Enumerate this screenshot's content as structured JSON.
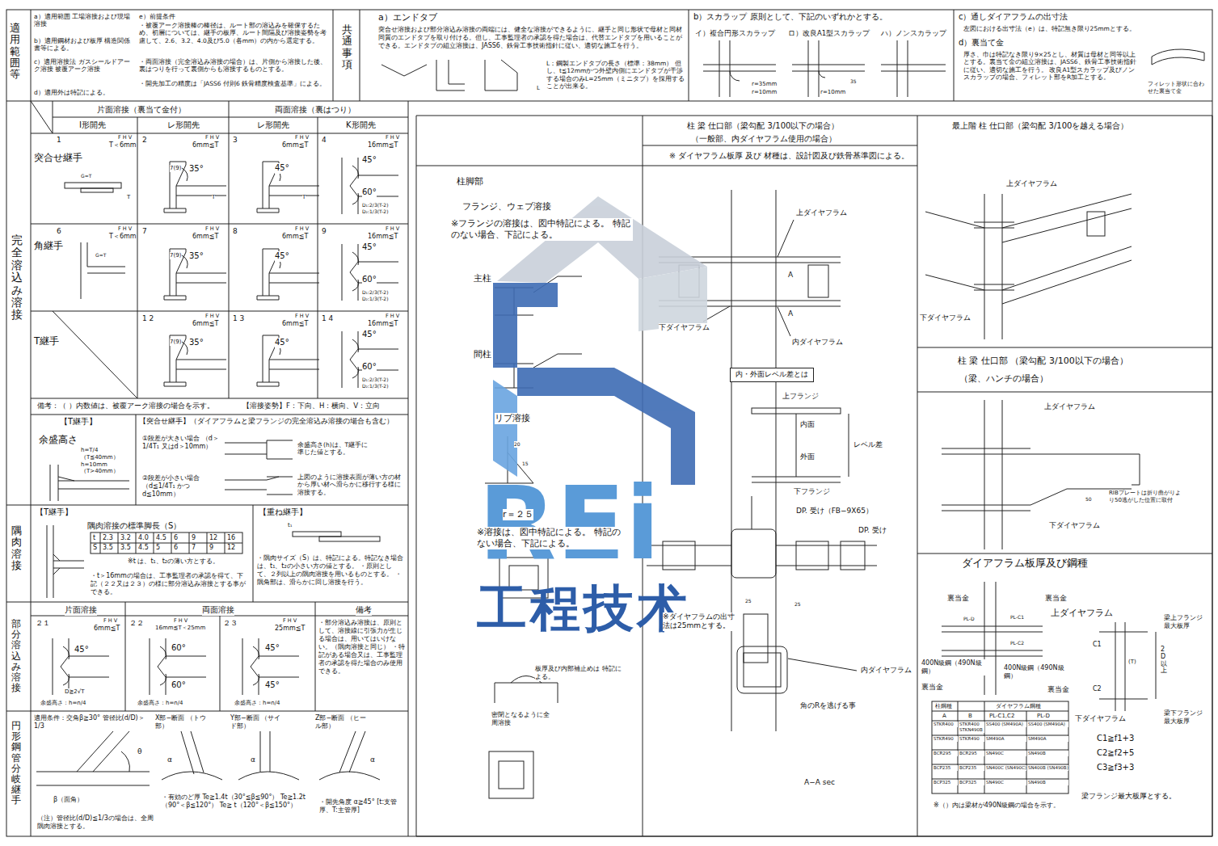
{
  "diagram": {
    "nodes": [
      {
        "text": [
          "内・外面レベル差とは"
        ]
      }
    ],
    "labels": [
      "適用範囲等",
      "a）適用範囲 工場溶接および現場溶接",
      "b）適用鋼材および板厚 構造関係書等による。",
      "c）適用溶接法 ガスシールドアーク溶接 被覆アーク溶接",
      "d）適用外は特記による。",
      "e）前提条件",
      "・被覆アーク溶接棒の棒径は、ルート部の溶込みを確保するため、初層については、継手の板厚、ルート間隔及び溶接姿勢を考慮して、2.6、3.2、4.0及び5.0（各mm）の内から選定する。",
      "・両面溶接（完全溶込み溶接の場合）は、片側から溶接した後、裏はつりを行って裏側からも溶接するものとする。",
      "・開先加工の精度は「JASS6 付則6 鉄骨精度検査基準」による。",
      "共通事項",
      "a）エンドタブ",
      "突合せ溶接および部分溶込み溶接の両端には、健全な溶接ができるように、継手と同じ形状で母材と同材同質のエンドタブを取り付ける。但し、工事監理者の承認を得た場合は、代替エンドタブを用いることができる。エンドタブの組立溶接は、JASS6、鉄骨工事技術指針に従い、適切な施工を行う。",
      "L：鋼製エンドタブの長さ（標準：38mm） 但し、t≦12mmかつ外壁内側にエンドタブが干渉する場合のみL=25mm（ミニタブ）を採用することが出来る。",
      "L",
      "b）スカラップ 原則として、下記のいずれかとする。",
      "イ）複合円形スカラップ",
      "ロ）改良A1型スカラップ",
      "ハ）ノンスカラップ",
      "r=35mm",
      "r=10mm",
      "r=10mm",
      "35",
      "c）通しダイアフラムの出寸法",
      "左図における出寸法（e）は、特記無き限り25mmとする。",
      "d）裏当て金",
      "厚さ、巾は特記なき限り9×25とし、材質は母材と同等以上とする。裏当て金の組立溶接は、JASS6、鉄骨工事技術指針に従い、適切な施工を行う。 改良A1型スカラップ及びノンスカラップの場合、フィレット部をR加工とする。",
      "フィレット形状に合わせた裏当て金",
      "片面溶接（裏当て金付）",
      "両面溶接（裏はつり）",
      "I形開先",
      "レ形開先",
      "レ形開先",
      "K形開先",
      "完全溶込み溶接",
      "突合せ継手",
      "1",
      "F H V",
      "T＜6mm",
      "2",
      "F H V",
      "6mm≦T",
      "3",
      "F H V",
      "6mm≦T",
      "4",
      "F H V",
      "16mm≦T",
      "G=T",
      "T",
      "7(9)",
      "35°",
      "T",
      "45°",
      "T",
      "45°",
      "60°",
      "D₁:2/3(T-2) D₂:1/3(T-2)",
      "角継手",
      "6",
      "F H V",
      "T＜6mm",
      "7",
      "F H V",
      "6mm≦T",
      "8",
      "F H V",
      "6mm≦T",
      "9",
      "F H V",
      "16mm≦T",
      "G=T",
      "7(9)",
      "35°",
      "45°",
      "45°",
      "60°",
      "D₁:2/3(T-2) D₂:1/3(T-2)",
      "T継手",
      "1 2",
      "F H V",
      "6mm≦T",
      "1 3",
      "F H V",
      "6mm≦T",
      "1 4",
      "F H V",
      "16mm≦T",
      "7(9)",
      "35°",
      "45°",
      "45°",
      "60°",
      "D₁:2/3(T-2) D₂:1/3(T-2)",
      "備考：（ ）内数値は、被覆アーク溶接の場合を示す。",
      "【溶接姿勢】F：下向、H：横向、V：立向",
      "【T継手】",
      "【突合せ継手】（ダイアフラムと梁フランジの完全溶込み溶接の場合も含む）",
      "余盛高さ",
      "h=T/4（T≦40mm） h=10mm（T>40mm）",
      "①段差が大きい場合 （d＞1/4T₁ 又はd＞10mm）",
      "余盛高さ(h)は、T継手に準じた値とする。",
      "②段差が小さい場合 （d≦1/4T₁ かつd≦10mm）",
      "上図のように溶接表面が薄い方の材から厚い材へ滑らかに移行する様に溶接する。",
      "隅肉溶接",
      "【T継手】",
      "隅肉溶接の標準脚長（S）",
      "t",
      "2.3",
      "3.2",
      "4.0",
      "4.5",
      "6",
      "9",
      "12",
      "16",
      "S",
      "3.5",
      "3.5",
      "4.5",
      "5",
      "6",
      "7",
      "9",
      "12",
      "※t は、t₁、t₂の薄い方とする。",
      "・t＞16mmの場合は、工事監理者の承認を得て、下記（２２又は２３）の様に部分溶込み溶接とする事ができる。",
      "【重ね継手】",
      "t₁",
      "・隅肉サイズ（S）は、特記による。特記なき場合は、t₁、t₂の小さい方の値とする。 ・原則として、２列以上の隅肉溶接を用いるものとする。 ・隅角部は、滑らかに回し溶接を行う。",
      "部分溶込み溶接",
      "片面溶接",
      "両面溶接",
      "備考",
      "２１",
      "F H V",
      "6mm≦T",
      "２２",
      "F H V",
      "16mm≦T＜25mm",
      "２３",
      "F H V",
      "25mm≦T",
      "45°",
      "D≧2√T",
      "余盛高さ：h=n/4",
      "60°",
      "60°",
      "余盛高さ：h=n/4",
      "45°",
      "45°",
      "余盛高さ：h=n/4",
      "・部分溶込み溶接は、原則として、溶接線に引張力が生じる場合は、用いてはいけない。（隅肉溶接と同じ） ・特記がある場合又は、工事監理者の承認を得た場合のみ使用できる。",
      "円形鋼管分岐継手",
      "適用条件：交角β≧30° 管径比(d/D)＞1/3",
      "X部−断面 （トウ部）",
      "Y部−断面 （サイド部）",
      "Z部−断面 （ヒール部）",
      "β（面角）",
      "θ",
      "α",
      "α",
      "α",
      "・有効のど厚 Te≧1.4t（30°≦β≦90°） Te≧1.2t（90°＜β≦120°） Te≧ t（120°＜β≦150°）",
      "・開先角度 α≧45° [t:支管厚、T:主管厚]",
      "（注）管径比(d/D)≦1/3の場合は、全周隅肉溶接とする。",
      "柱 梁 仕口部（梁勾配 3/100以下の場合）",
      "（一般部、内ダイヤフラム使用の場合）",
      "最上階 柱 仕口部（梁勾配 3/100を越える場合）",
      "※ ダイヤフラム板厚 及び 材種は、設計図及び鉄骨基準図による。",
      "柱脚部",
      "フランジ、ウェブ溶接",
      "※フランジの溶接は、図中特記による。 特記のない場合、下記による。",
      "主柱",
      "間柱",
      "リブ溶接",
      "20",
      "15",
      "r＝２５",
      "※溶接は、図中特記による。 特記のない場合、下記による。",
      "板厚及び内部補止めは 特記による。",
      "密閉となるように全周溶接",
      "上ダイヤフラム",
      "A",
      "A",
      "下ダイヤフラム",
      "内ダイヤフラム",
      "上フランジ",
      "内面",
      "外面",
      "レベル差",
      "下フランジ",
      "DP. 受け（FB−9X65）",
      "DP. 受け",
      "※ダイヤフラムの出寸法は25mmとする。",
      "25",
      "25",
      "内ダイヤフラム",
      "角のRを逃げる事",
      "A−A sec",
      "上ダイヤフラム",
      "下ダイヤフラム",
      "柱 梁 仕口部 （梁勾配 3/100以下の場合）",
      "（梁、ハンチの場合）",
      "上ダイヤフラム",
      "RIBプレートは折り曲がりより50逃がした位置に取付",
      "50",
      "下ダイヤフラム",
      "ダイアフラム板厚及び鋼種",
      "裏当金",
      "裏当金",
      "PL-D",
      "PL-C1",
      "PL-C2",
      "400N級鋼（490N級鋼）",
      "裏当金",
      "400N級鋼（490N級鋼）",
      "裏当金",
      "上ダイヤフラム",
      "梁上フランジ最大板厚",
      "C1",
      "(T)",
      "C2",
      "2D以上",
      "下ダイヤフラム",
      "梁下フランジ最大板厚",
      "C1≧f1+3",
      "C2≧f2+5",
      "C3≧f3+3",
      "梁フランジ最大板厚とする。",
      "※（）内は梁材が490N級鋼の場合を示す。",
      "柱鋼種",
      "ダイヤフラム鋼種",
      "A",
      "B",
      "PL-C1,C2",
      "PL-D",
      "STKR400",
      "STKR400 STKN490B",
      "SS400 (SM490A)",
      "SS400 (SM490A)",
      "STKR490",
      "STKR490",
      "SM490A",
      "SM490A",
      "BCR295",
      "BCR295",
      "SN490C",
      "SN490B",
      "BCP235",
      "BCP235",
      "SN400C (SN490C)",
      "SN400B (SN490B)",
      "BCP325",
      "BCP325",
      "SN490C",
      "SN490B",
      "REi",
      "工程技术"
    ]
  }
}
